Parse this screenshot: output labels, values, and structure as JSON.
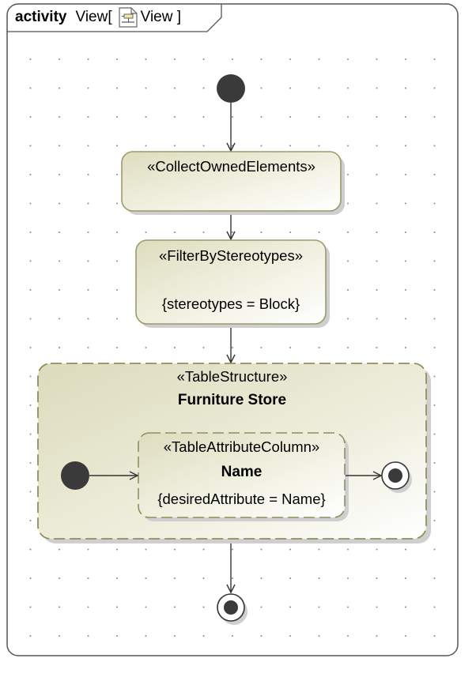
{
  "frame": {
    "keyword": "activity",
    "name_prefix": "View[",
    "name_suffix": "View ]"
  },
  "actions": {
    "collect": {
      "stereotype": "«CollectOwnedElements»"
    },
    "filter": {
      "stereotype": "«FilterByStereotypes»",
      "constraint": "{stereotypes = Block}"
    },
    "table": {
      "stereotype": "«TableStructure»",
      "name": "Furniture Store",
      "column": {
        "stereotype": "«TableAttributeColumn»",
        "name": "Name",
        "constraint": "{desiredAttribute = Name}"
      }
    }
  },
  "colors": {
    "node_fill_start": "#e4e4c8",
    "node_fill_end": "#ffffff",
    "node_border": "#9a9a6a",
    "dashed_border": "#8f8f5c",
    "initial_node": "#3a3a3a",
    "frame_border": "#555555",
    "grid_dot": "#8a8a8a"
  }
}
